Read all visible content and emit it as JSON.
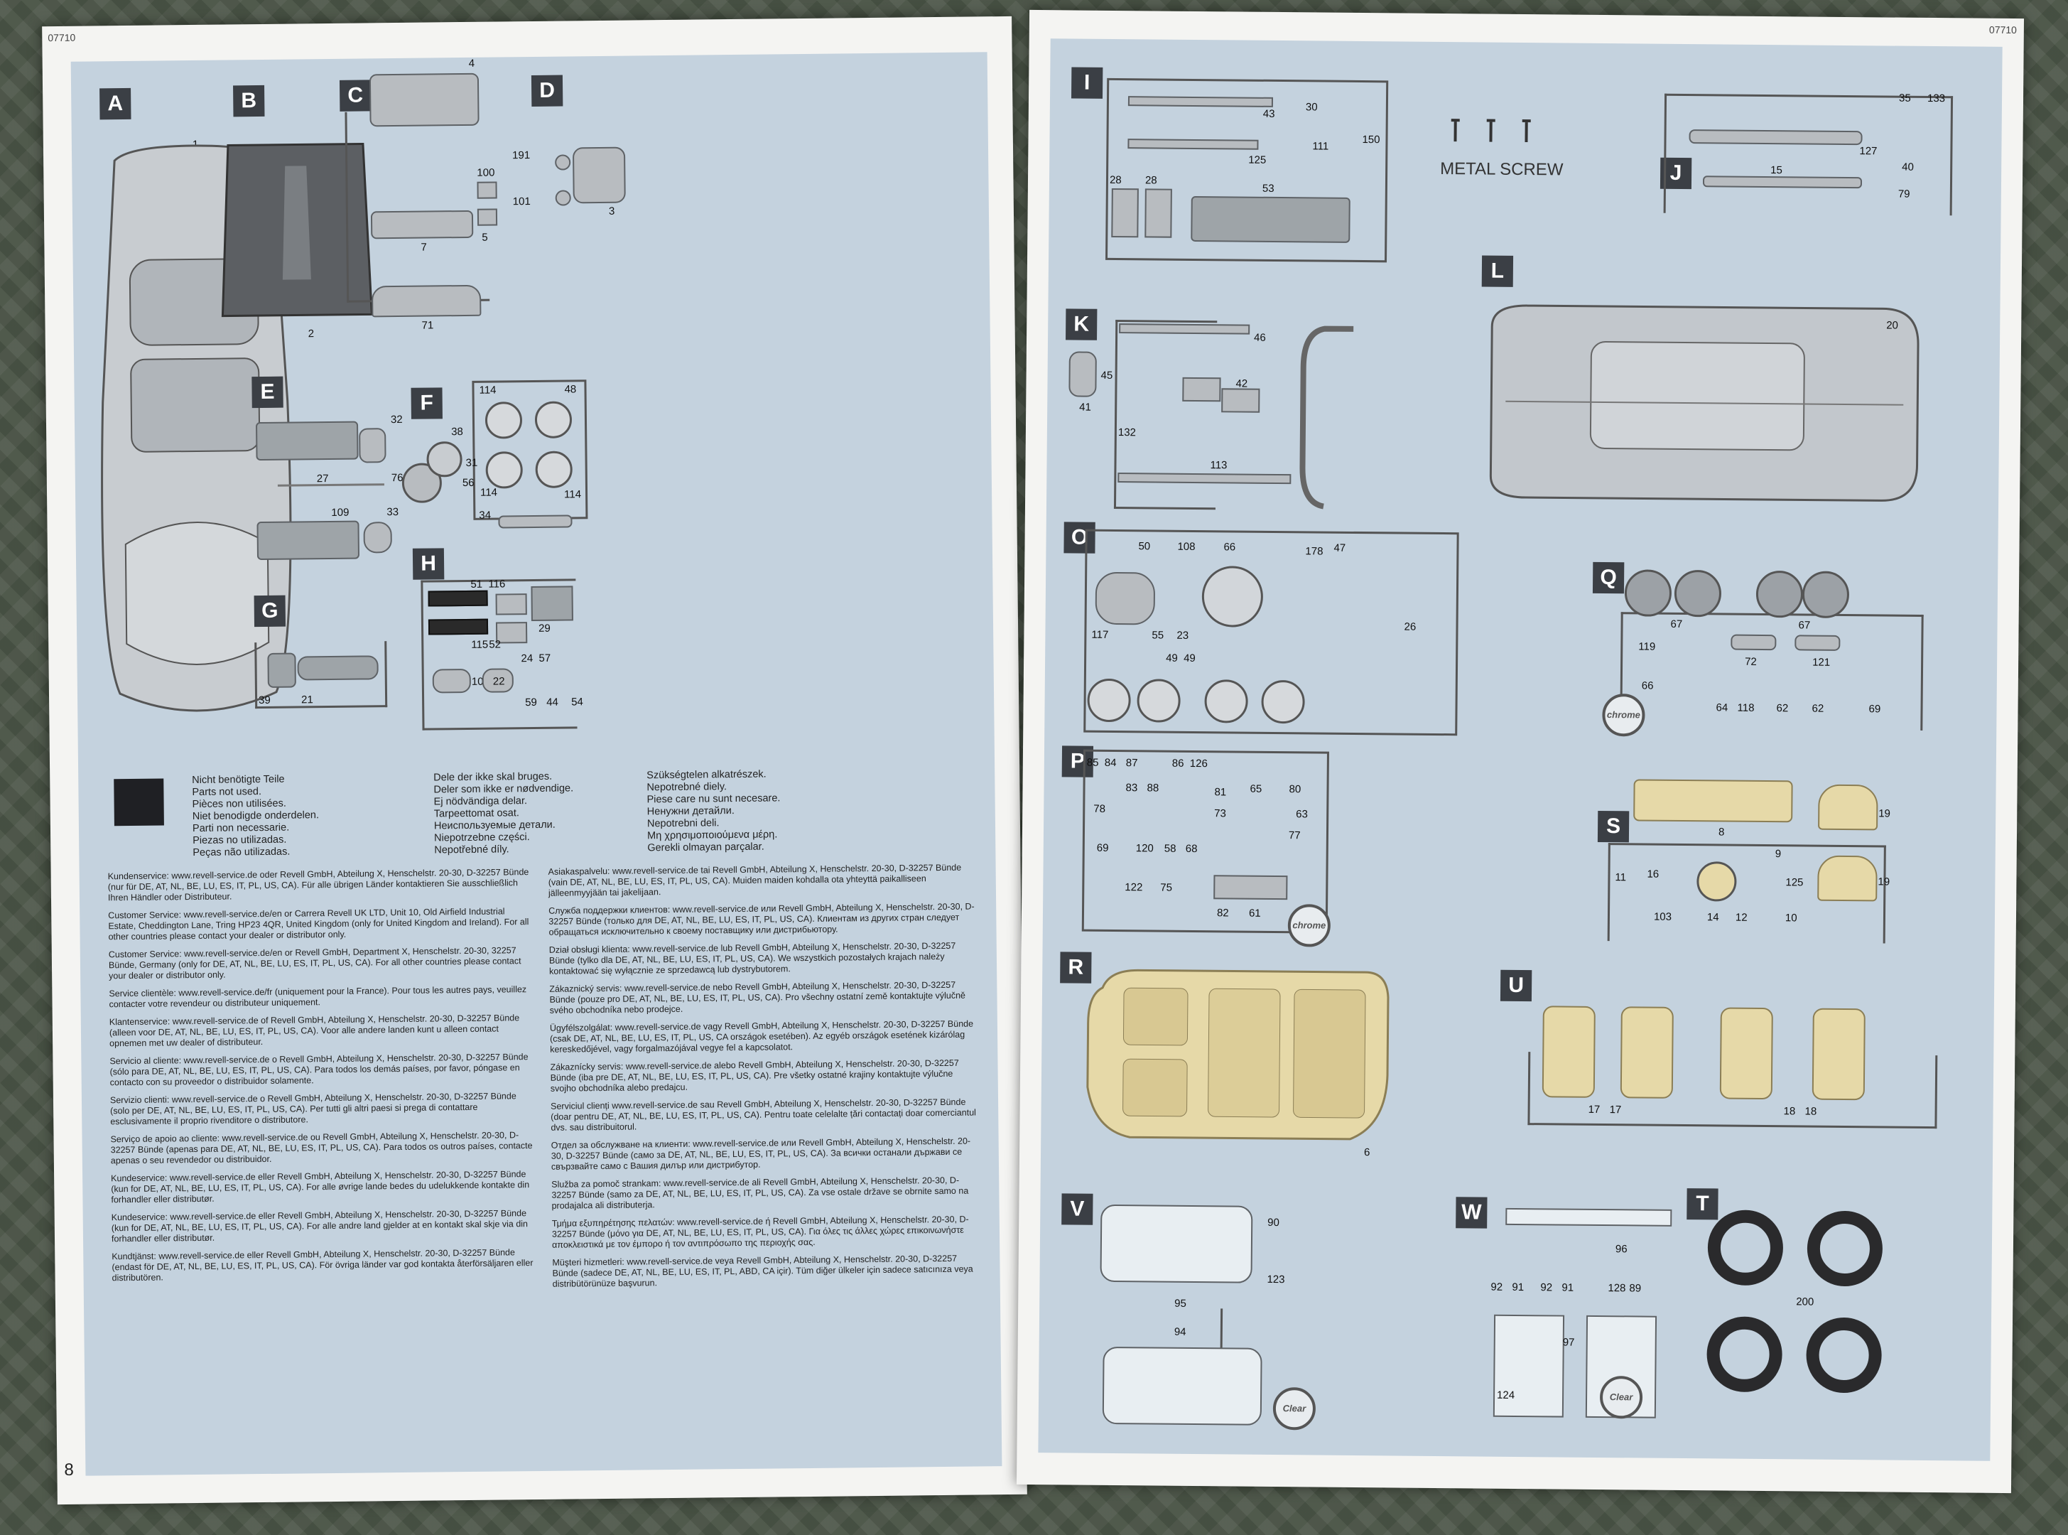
{
  "document": {
    "code": "07710",
    "page_number": "8"
  },
  "legend": {
    "col1": [
      "Nicht benötigte Teile",
      "Parts not used.",
      "Pièces non utilisées.",
      "Niet benodigde onderdelen.",
      "Parti non necessarie.",
      "Piezas no utilizadas.",
      "Peças não utilizadas."
    ],
    "col2": [
      "Dele der ikke skal bruges.",
      "Deler som ikke er nødvendige.",
      "Ej nödvändiga delar.",
      "Tarpeettomat osat.",
      "Неиспользуемые детали.",
      "Niepotrzebne części.",
      "Nepotřebné díly."
    ],
    "col3": [
      "Szükségtelen alkatrészek.",
      "Nepotrebné diely.",
      "Piese care nu sunt necesare.",
      "Ненужни детайли.",
      "Nepotrebni deli.",
      "Μη χρησιμοποιούμενα μέρη.",
      "Gerekli olmayan parçalar."
    ]
  },
  "service": {
    "col1": [
      "Kundenservice: www.revell-service.de oder Revell GmbH, Abteilung X, Henschelstr. 20-30, D-32257 Bünde (nur für DE, AT, NL, BE, LU, ES, IT, PL, US, CA). Für alle übrigen Länder kontaktieren Sie ausschließlich Ihren Händler oder Distributeur.",
      "Customer Service: www.revell-service.de/en or Carrera Revell UK LTD, Unit 10, Old Airfield Industrial Estate, Cheddington Lane, Tring HP23 4QR, United Kingdom (only for United Kingdom and Ireland). For all other countries please contact your dealer or distributor only.",
      "Customer Service: www.revell-service.de/en or Revell GmbH, Department X, Henschelstr. 20-30, 32257 Bünde, Germany (only for DE, AT, NL, BE, LU, ES, IT, PL, US, CA). For all other countries please contact your dealer or distributor only.",
      "Service clientèle: www.revell-service.de/fr (uniquement pour la France). Pour tous les autres pays, veuillez contacter votre revendeur ou distributeur uniquement.",
      "Klantenservice: www.revell-service.de of Revell GmbH, Abteilung X, Henschelstr. 20-30, D-32257 Bünde (alleen voor DE, AT, NL, BE, LU, ES, IT, PL, US, CA). Voor alle andere landen kunt u alleen contact opnemen met uw dealer of distributeur.",
      "Servicio al cliente: www.revell-service.de o Revell GmbH, Abteilung X, Henschelstr. 20-30, D-32257 Bünde (sólo para DE, AT, NL, BE, LU, ES, IT, PL, US, CA). Para todos los demás países, por favor, póngase en contacto con su proveedor o distribuidor solamente.",
      "Servizio clienti: www.revell-service.de o Revell GmbH, Abteilung X, Henschelstr. 20-30, D-32257 Bünde (solo per DE, AT, NL, BE, LU, ES, IT, PL, US, CA). Per tutti gli altri paesi si prega di contattare esclusivamente il proprio rivenditore o distributore.",
      "Serviço de apoio ao cliente: www.revell-service.de ou Revell GmbH, Abteilung X, Henschelstr. 20-30, D-32257 Bünde (apenas para DE, AT, NL, BE, LU, ES, IT, PL, US, CA). Para todos os outros países, contacte apenas o seu revendedor ou distribuidor.",
      "Kundeservice: www.revell-service.de eller Revell GmbH, Abteilung X, Henschelstr. 20-30, D-32257 Bünde (kun for DE, AT, NL, BE, LU, ES, IT, PL, US, CA). For alle øvrige lande bedes du udelukkende kontakte din forhandler eller distributør.",
      "Kundeservice: www.revell-service.de eller Revell GmbH, Abteilung X, Henschelstr. 20-30, D-32257 Bünde (kun for DE, AT, NL, BE, LU, ES, IT, PL, US, CA). For alle andre land gjelder at en kontakt skal skje via din forhandler eller distributør.",
      "Kundtjänst: www.revell-service.de eller Revell GmbH, Abteilung X, Henschelstr. 20-30, D-32257 Bünde (endast för DE, AT, NL, BE, LU, ES, IT, PL, US, CA). För övriga länder var god kontakta återförsäljaren eller distributören."
    ],
    "col2": [
      "Asiakaspalvelu: www.revell-service.de tai Revell GmbH, Abteilung X, Henschelstr. 20-30, D-32257 Bünde (vain DE, AT, NL, BE, LU, ES, IT, PL, US, CA). Muiden maiden kohdalla ota yhteyttä paikalliseen jälleenmyyjään tai jakelijaan.",
      "Служба поддержки клиентов: www.revell-service.de или Revell GmbH, Abteilung X, Henschelstr. 20-30, D-32257 Bünde (только для DE, AT, NL, BE, LU, ES, IT, PL, US, CA). Клиентам из других стран следует обращаться исключительно к своему поставщику или дистрибьютору.",
      "Dział obsługi klienta: www.revell-service.de lub Revell GmbH, Abteilung X, Henschelstr. 20-30, D-32257 Bünde (tylko dla DE, AT, NL, BE, LU, ES, IT, PL, US, CA). We wszystkich pozostałych krajach należy kontaktować się wyłącznie ze sprzedawcą lub dystrybutorem.",
      "Zákaznický servis: www.revell-service.de nebo Revell GmbH, Abteilung X, Henschelstr. 20-30, D-32257 Bünde (pouze pro DE, AT, NL, BE, LU, ES, IT, PL, US, CA). Pro všechny ostatní země kontaktujte výlučně svého obchodníka nebo prodejce.",
      "Ügyfélszolgálat: www.revell-service.de vagy Revell GmbH, Abteilung X, Henschelstr. 20-30, D-32257 Bünde (csak DE, AT, NL, BE, LU, ES, IT, PL, US, CA országok esetében). Az egyéb országok esetének kizárólag kereskedőjével, vagy forgalmazójával vegye fel a kapcsolatot.",
      "Zákaznícky servis: www.revell-service.de alebo Revell GmbH, Abteilung X, Henschelstr. 20-30, D-32257 Bünde (iba pre DE, AT, NL, BE, LU, ES, IT, PL, US, CA). Pre všetky ostatné krajiny kontaktujte výlučne svojho obchodníka alebo predajcu.",
      "Serviciul clienți www.revell-service.de sau Revell GmbH, Abteilung X, Henschelstr. 20-30, D-32257 Bünde (doar pentru DE, AT, NL, BE, LU, ES, IT, PL, US, CA). Pentru toate celelalte țări contactați doar comerciantul dvs. sau distribuitorul.",
      "Отдел за обслужване на клиенти: www.revell-service.de или Revell GmbH, Abteilung X, Henschelstr. 20-30, D-32257 Bünde (само за DE, AT, NL, BE, LU, ES, IT, PL, US, CA). За всички останали държави се свързвайте само с Вашия дилър или дистрибутор.",
      "Služba za pomoč strankam: www.revell-service.de ali Revell GmbH, Abteilung X, Henschelstr. 20-30, D-32257 Bünde (samo za DE, AT, NL, BE, LU, ES, IT, PL, US, CA). Za vse ostale države se obrnite samo na prodajalca ali distributerja.",
      "Τμήμα εξυπηρέτησης πελατών: www.revell-service.de ή Revell GmbH, Abteilung X, Henschelstr. 20-30, D-32257 Bünde (μόνο για DE, AT, NL, BE, LU, ES, IT, PL, US, CA). Για όλες τις άλλες χώρες επικοινωνήστε αποκλειστικά με τον έμπορο ή τον αντιπρόσωπο της περιοχής σας.",
      "Müşteri hizmetleri: www.revell-service.de veya Revell GmbH, Abteilung X, Henschelstr. 20-30, D-32257 Bünde (sadece DE, AT, NL, BE, LU, ES, IT, PL, ABD, CA içir). Tüm diğer ülkeler için sadece satıcınıza veya distribütörünüze başvurun."
    ]
  },
  "steps": {
    "A": {
      "letter": "A",
      "parts": [
        "1"
      ]
    },
    "B": {
      "letter": "B",
      "parts": [
        "2"
      ]
    },
    "C": {
      "letter": "C",
      "parts": [
        "4",
        "100",
        "5",
        "7",
        "71"
      ]
    },
    "D": {
      "letter": "D",
      "parts": [
        "191",
        "101",
        "3"
      ]
    },
    "E": {
      "letter": "E",
      "parts": [
        "32",
        "27",
        "76",
        "109",
        "33"
      ]
    },
    "F": {
      "letter": "F",
      "parts": [
        "114",
        "48",
        "38",
        "31",
        "56",
        "114",
        "114",
        "34"
      ]
    },
    "G": {
      "letter": "G",
      "parts": [
        "39",
        "21"
      ]
    },
    "H": {
      "letter": "H",
      "parts": [
        "51",
        "116",
        "29",
        "115",
        "52",
        "57",
        "24",
        "107",
        "22",
        "59",
        "44",
        "54"
      ]
    },
    "I": {
      "letter": "I",
      "parts": [
        "43",
        "30",
        "150",
        "125",
        "111",
        "28",
        "28",
        "53"
      ]
    },
    "J": {
      "letter": "J",
      "parts": [
        "35",
        "133",
        "127",
        "15",
        "40",
        "79"
      ]
    },
    "K": {
      "letter": "K",
      "parts": [
        "46",
        "45",
        "42",
        "41",
        "132",
        "113"
      ]
    },
    "L": {
      "letter": "L",
      "parts": [
        "20"
      ]
    },
    "O": {
      "letter": "O",
      "parts": [
        "50",
        "108",
        "66",
        "178",
        "47",
        "117",
        "55",
        "23",
        "26",
        "49",
        "49"
      ]
    },
    "Q": {
      "letter": "Q",
      "parts": [
        "67",
        "67",
        "119",
        "72",
        "121",
        "66",
        "64",
        "118",
        "62",
        "62",
        "69"
      ]
    },
    "P": {
      "letter": "P",
      "parts": [
        "85",
        "84",
        "87",
        "86",
        "126",
        "83",
        "88",
        "81",
        "65",
        "80",
        "78",
        "73",
        "63",
        "77",
        "69",
        "120",
        "58",
        "68",
        "122",
        "75",
        "82",
        "61"
      ]
    },
    "S": {
      "letter": "S",
      "parts": [
        "8",
        "19",
        "9",
        "11",
        "16",
        "103",
        "14",
        "12",
        "125",
        "10",
        "19"
      ]
    },
    "R": {
      "letter": "R",
      "parts": [
        "6"
      ]
    },
    "U": {
      "letter": "U",
      "parts": [
        "17",
        "17",
        "18",
        "18"
      ]
    },
    "V": {
      "letter": "V",
      "parts": [
        "90",
        "123",
        "95",
        "94"
      ]
    },
    "W": {
      "letter": "W",
      "parts": [
        "96",
        "92",
        "91",
        "92",
        "91",
        "128",
        "89",
        "97",
        "124"
      ]
    },
    "T": {
      "letter": "T",
      "parts": [
        "200"
      ]
    }
  },
  "labels": {
    "metal_screw": "METAL SCREW",
    "clear": "Clear",
    "chrome": "chrome"
  }
}
